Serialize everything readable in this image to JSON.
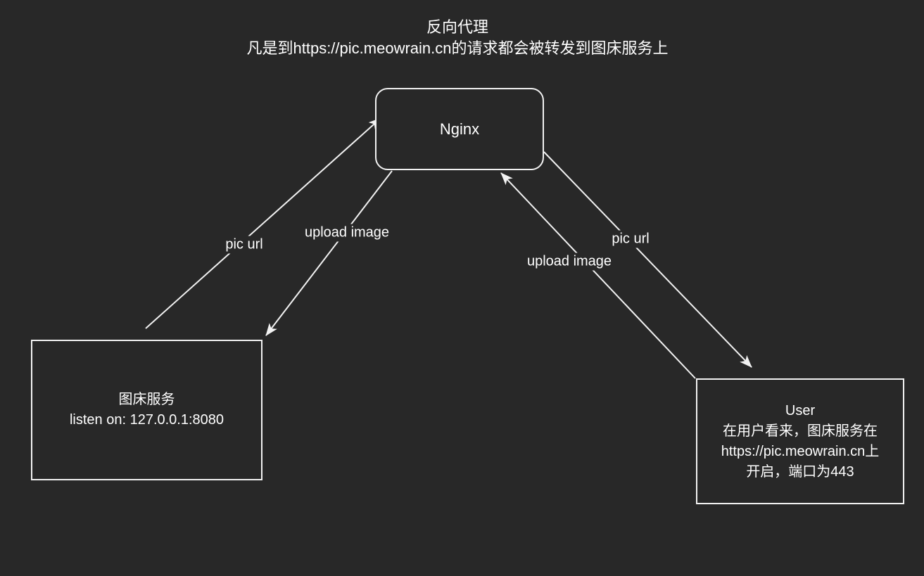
{
  "colors": {
    "bg": "#282828",
    "stroke": "#f2f2f2",
    "text": "#ffffff"
  },
  "title": {
    "line1": "反向代理",
    "line2": "凡是到https://pic.meowrain.cn的请求都会被转发到图床服务上"
  },
  "nodes": {
    "nginx": {
      "label": "Nginx"
    },
    "image_service": {
      "line1": "图床服务",
      "line2": "listen on: 127.0.0.1:8080"
    },
    "user": {
      "line1": "User",
      "line2": "在用户看来，图床服务在",
      "line3": "https://pic.meowrain.cn上",
      "line4": "开启，端口为443"
    }
  },
  "edge_labels": {
    "pic_url_left": "pic url",
    "upload_image_left": "upload image",
    "upload_image_right": "upload image",
    "pic_url_right": "pic url"
  }
}
